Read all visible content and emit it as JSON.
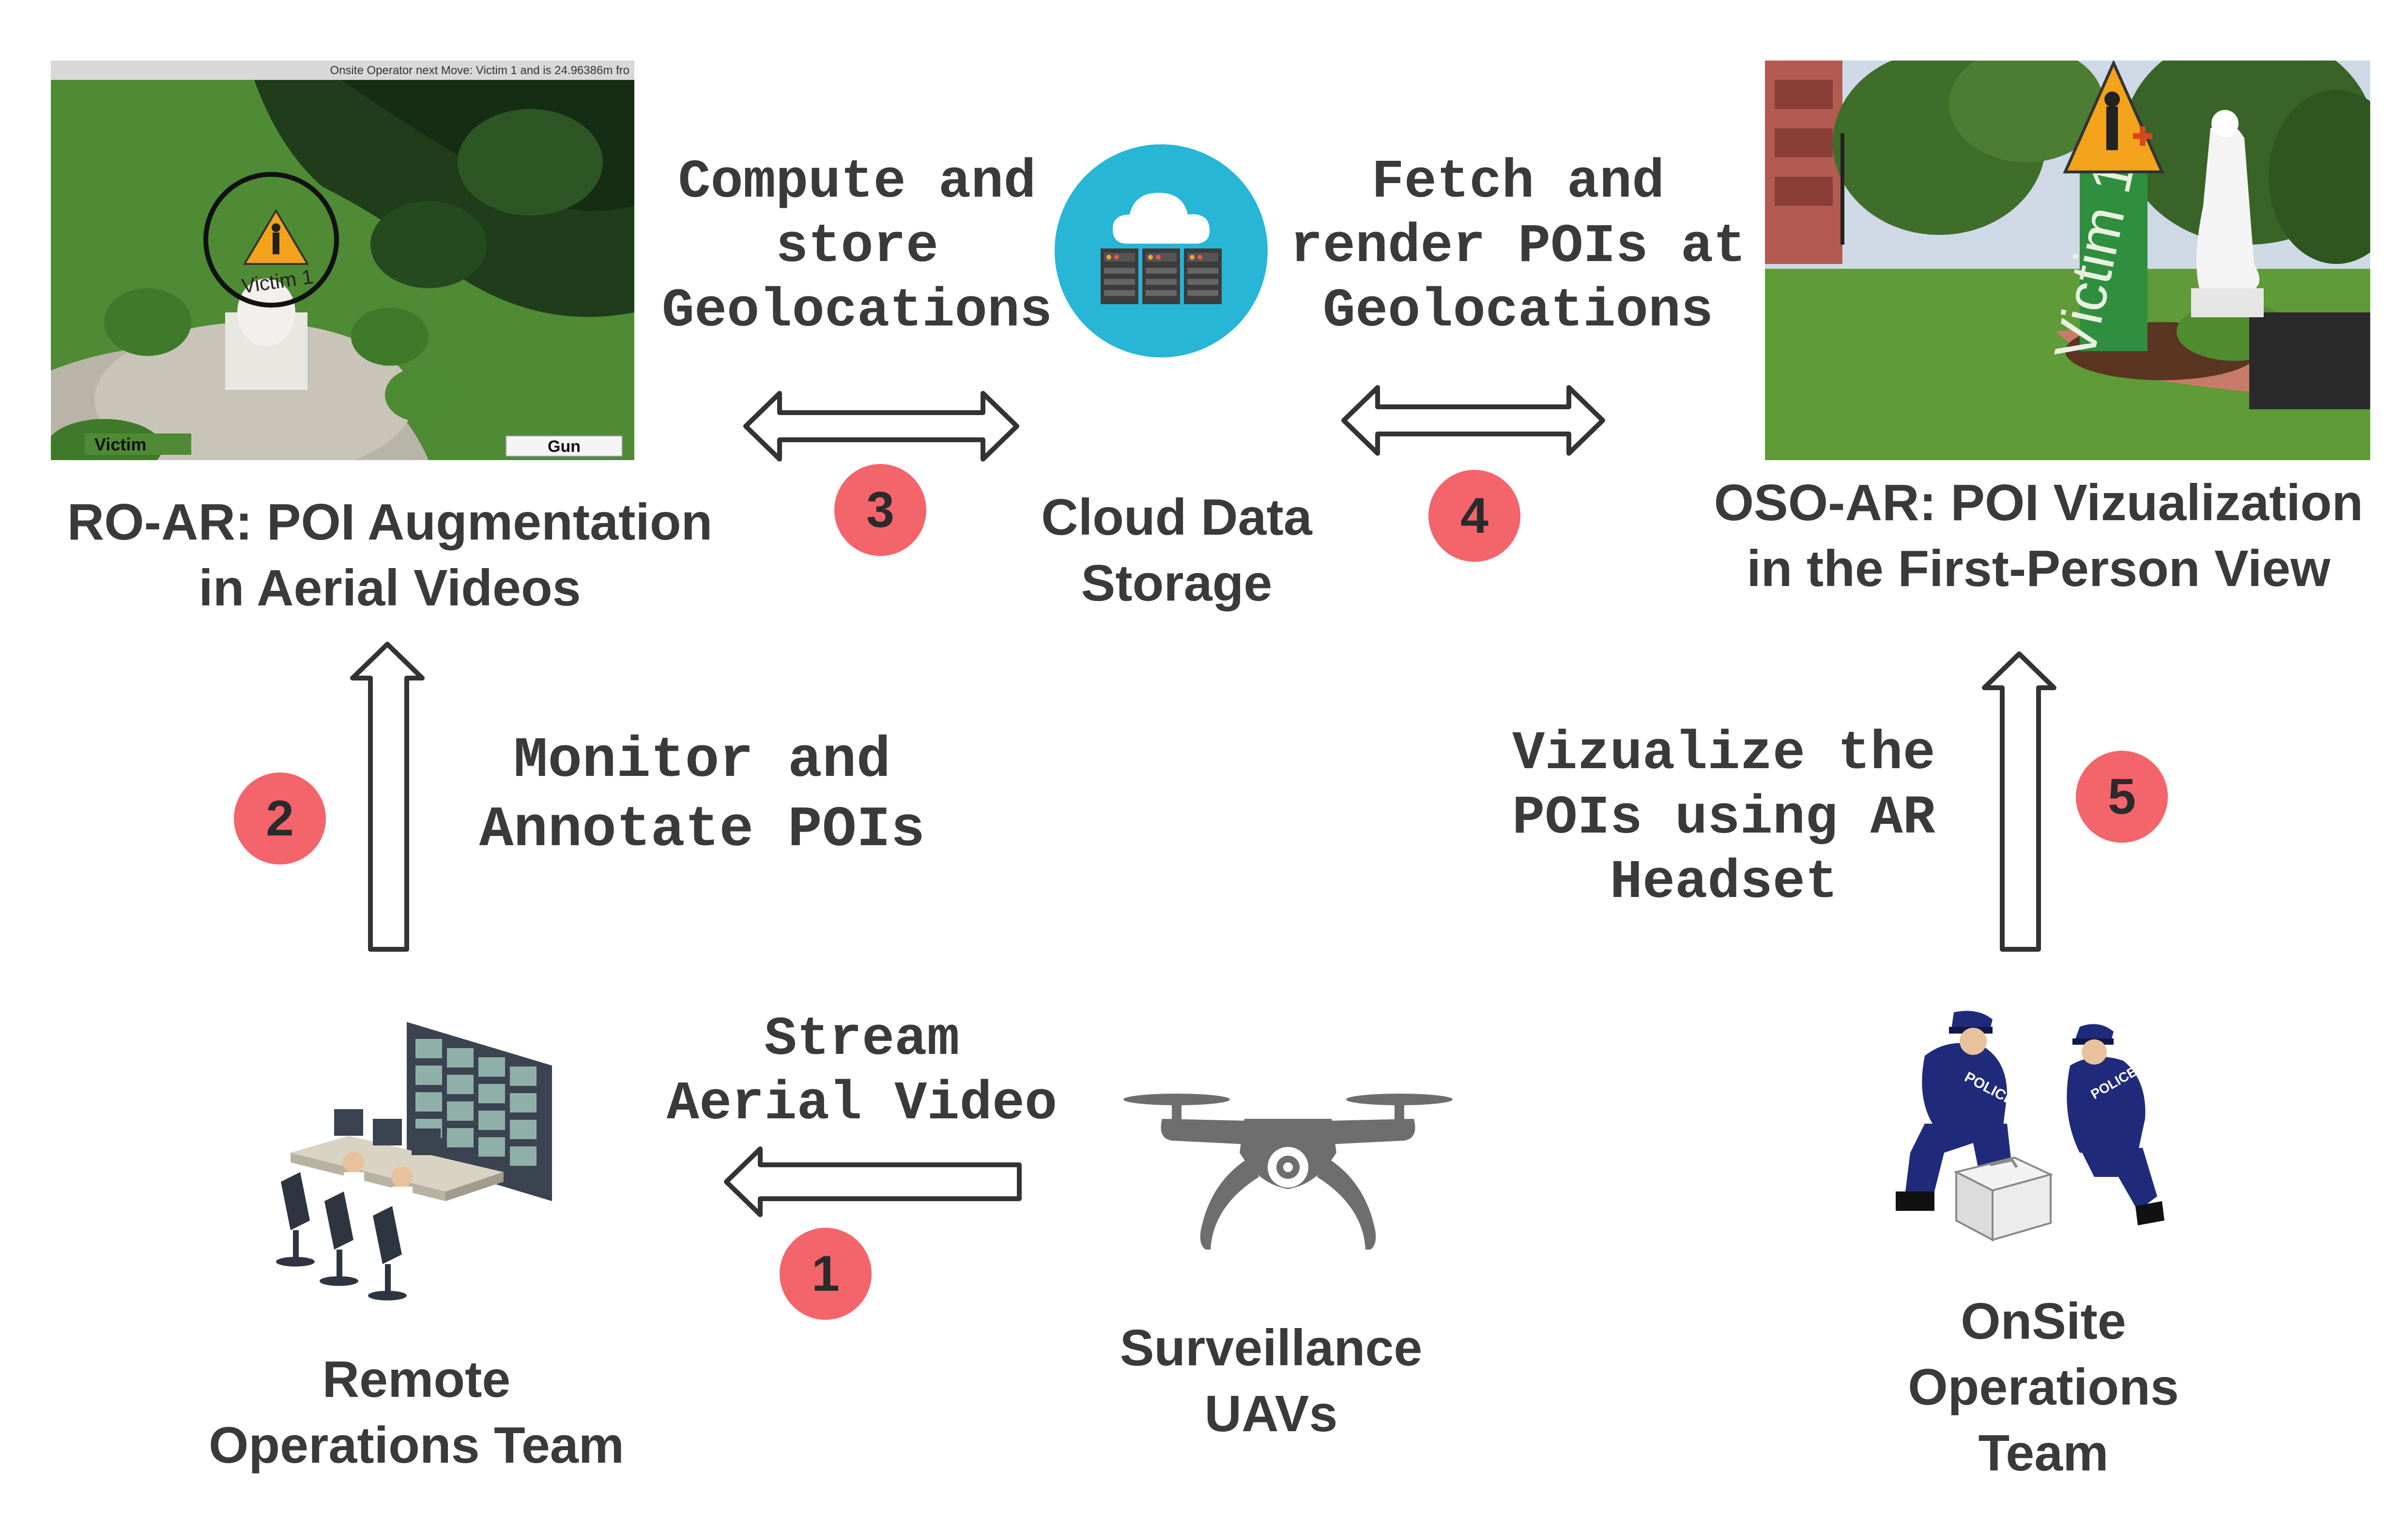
{
  "colors": {
    "text": "#3a3a3a",
    "badge": "#f4646b",
    "arrow_stroke": "#333333",
    "cloud_circle": "#27b6d6",
    "drone": "#6e6e6e",
    "police": "#1f2b7a"
  },
  "aerial_video": {
    "status_bar": "Onsite Operator next Move: Victim 1 and is 24.96386m fro",
    "target_label": "Victim 1",
    "button_left": "Victim",
    "button_right": "Gun"
  },
  "first_person_view": {
    "sign_label": "Victim 1"
  },
  "ro_ar": {
    "line1": "RO-AR: POI Augmentation",
    "line2": "in Aerial Videos"
  },
  "oso_ar": {
    "line1": "OSO-AR: POI Vizualization",
    "line2": "in the First-Person View"
  },
  "cloud_storage": {
    "line1": "Cloud Data",
    "line2": "Storage",
    "icon": "cloud-server-icon"
  },
  "compute": {
    "line1": "Compute and",
    "line2": "store",
    "line3": "Geolocations"
  },
  "fetch": {
    "line1": "Fetch and",
    "line2": "render POIs at",
    "line3": "Geolocations"
  },
  "monitor": {
    "line1": "Monitor and",
    "line2": "Annotate POIs"
  },
  "vizualize": {
    "line1": "Vizualize the",
    "line2": "POIs using AR",
    "line3": "Headset"
  },
  "stream": {
    "line1": "Stream",
    "line2": "Aerial Video"
  },
  "remote_team": {
    "line1": "Remote",
    "line2": "Operations Team",
    "icon": "control-room-icon"
  },
  "uavs": {
    "line1": "Surveillance",
    "line2": "UAVs",
    "icon": "drone-icon"
  },
  "onsite_team": {
    "line1": "OnSite",
    "line2": "Operations",
    "line3": "Team",
    "icon": "police-officers-icon",
    "badge_text": "POLICE"
  },
  "steps": [
    {
      "number": "1"
    },
    {
      "number": "2"
    },
    {
      "number": "3"
    },
    {
      "number": "4"
    },
    {
      "number": "5"
    }
  ]
}
